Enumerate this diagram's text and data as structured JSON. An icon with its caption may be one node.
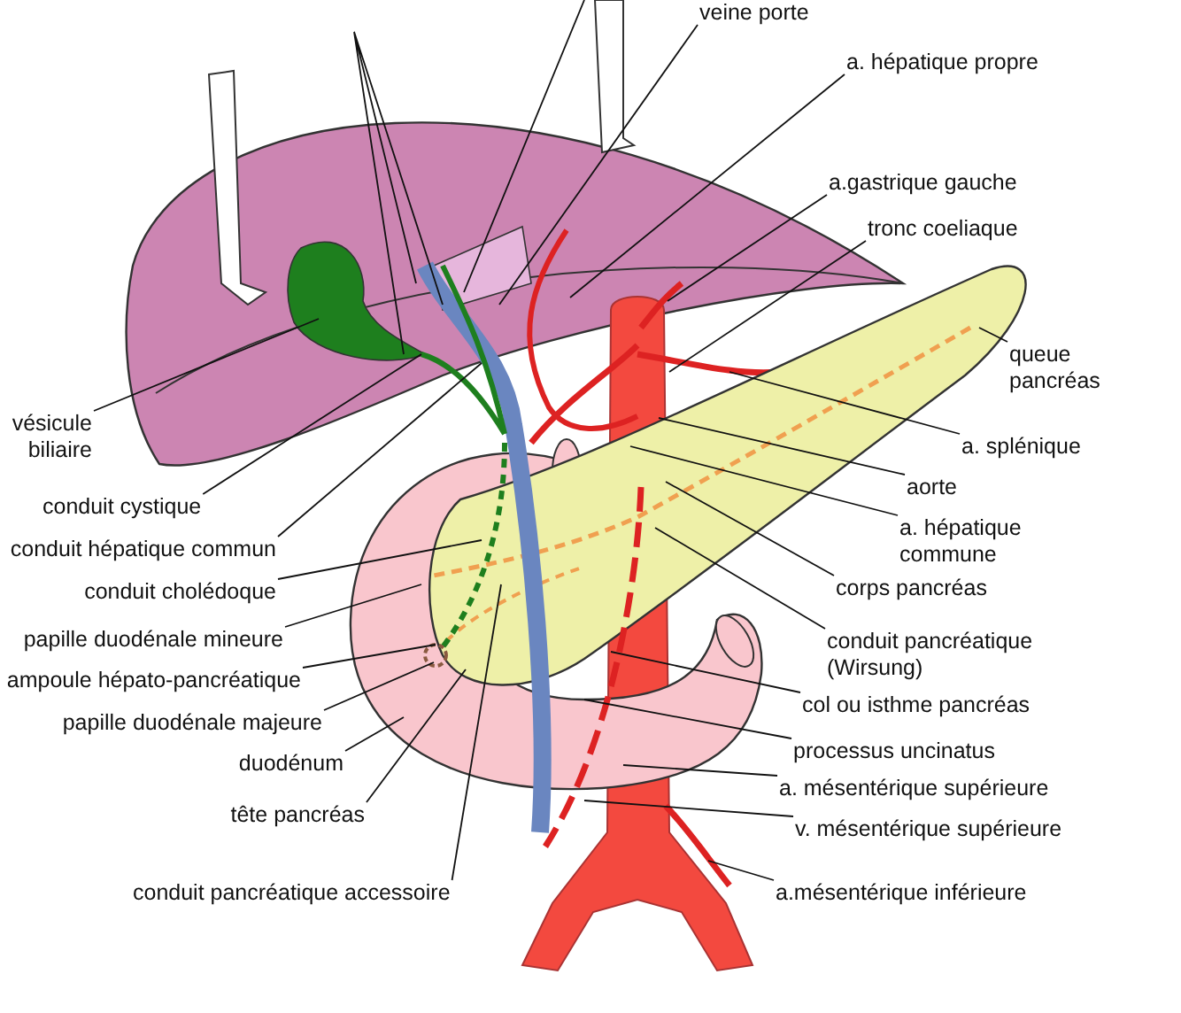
{
  "diagram": {
    "nodes": [
      {
        "text": [
          "veine porte"
        ]
      },
      {
        "text": [
          "a. hépatique propre"
        ]
      },
      {
        "text": [
          "a.gastrique gauche"
        ]
      },
      {
        "text": [
          "tronc coeliaque"
        ]
      },
      {
        "text": [
          "queue pancréas"
        ]
      },
      {
        "text": [
          "a. splénique"
        ]
      },
      {
        "text": [
          "aorte"
        ]
      },
      {
        "text": [
          "a. hépatique commune"
        ]
      },
      {
        "text": [
          "corps pancréas"
        ]
      },
      {
        "text": [
          "conduit pancréatique (Wirsung)"
        ]
      },
      {
        "text": [
          "col ou isthme pancréas"
        ]
      },
      {
        "text": [
          "processus uncinatus"
        ]
      },
      {
        "text": [
          "a. mésentérique supérieure"
        ]
      },
      {
        "text": [
          "v. mésentérique supérieure"
        ]
      },
      {
        "text": [
          "a.mésentérique inférieure"
        ]
      },
      {
        "text": [
          "vésicule biliaire"
        ]
      },
      {
        "text": [
          "conduit cystique"
        ]
      },
      {
        "text": [
          "conduit hépatique commun"
        ]
      },
      {
        "text": [
          "conduit cholédoque"
        ]
      },
      {
        "text": [
          "papille duodénale mineure"
        ]
      },
      {
        "text": [
          "ampoule hépato-pancréatique"
        ]
      },
      {
        "text": [
          "papille duodénale majeure"
        ]
      },
      {
        "text": [
          "duodénum"
        ]
      },
      {
        "text": [
          "tête pancréas"
        ]
      },
      {
        "text": [
          "conduit pancréatique accessoire"
        ]
      }
    ],
    "edges": [
      {
        "from": 0,
        "to": null,
        "arrow": "none"
      },
      {
        "from": 1,
        "to": null,
        "arrow": "none"
      },
      {
        "from": 2,
        "to": null,
        "arrow": "none"
      },
      {
        "from": 3,
        "to": null,
        "arrow": "none"
      },
      {
        "from": 4,
        "to": null,
        "arrow": "none"
      },
      {
        "from": 5,
        "to": null,
        "arrow": "none"
      },
      {
        "from": 6,
        "to": null,
        "arrow": "none"
      },
      {
        "from": 7,
        "to": null,
        "arrow": "none"
      },
      {
        "from": 8,
        "to": null,
        "arrow": "none"
      },
      {
        "from": 9,
        "to": null,
        "arrow": "none"
      },
      {
        "from": 10,
        "to": null,
        "arrow": "none"
      },
      {
        "from": 11,
        "to": null,
        "arrow": "none"
      },
      {
        "from": 12,
        "to": null,
        "arrow": "none"
      },
      {
        "from": 13,
        "to": null,
        "arrow": "none"
      },
      {
        "from": 14,
        "to": null,
        "arrow": "none"
      },
      {
        "from": 15,
        "to": null,
        "arrow": "none"
      },
      {
        "from": 16,
        "to": null,
        "arrow": "none"
      },
      {
        "from": 17,
        "to": null,
        "arrow": "none"
      },
      {
        "from": 18,
        "to": null,
        "arrow": "none"
      },
      {
        "from": 19,
        "to": null,
        "arrow": "none"
      },
      {
        "from": 20,
        "to": null,
        "arrow": "none"
      },
      {
        "from": 21,
        "to": null,
        "arrow": "none"
      },
      {
        "from": 22,
        "to": null,
        "arrow": "none"
      },
      {
        "from": 23,
        "to": null,
        "arrow": "none"
      },
      {
        "from": 24,
        "to": null,
        "arrow": "none"
      }
    ]
  }
}
